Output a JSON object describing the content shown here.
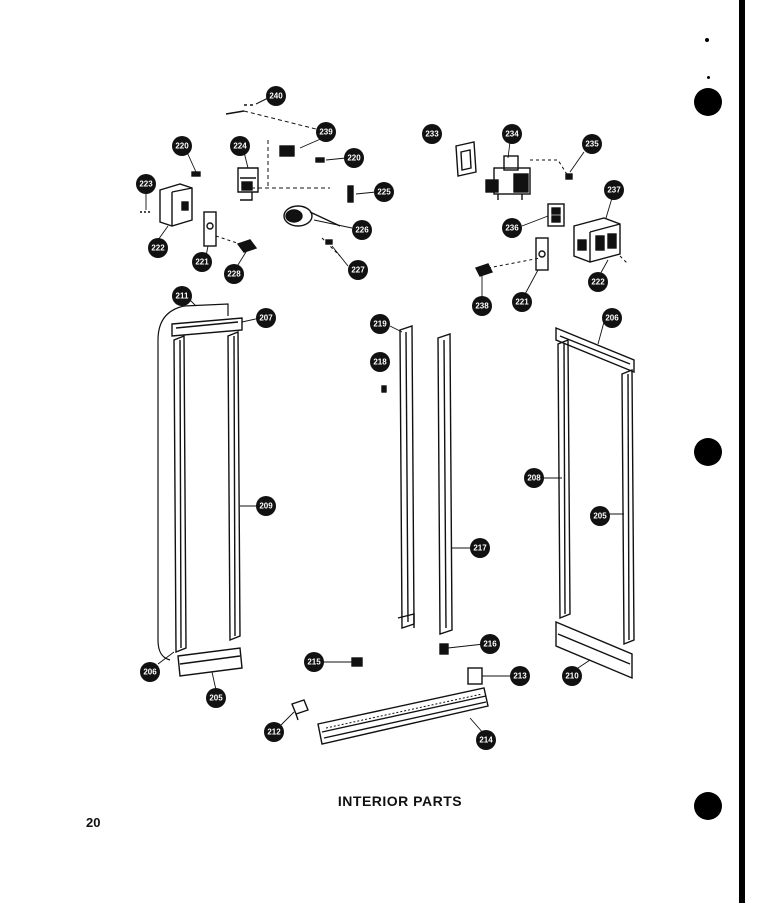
{
  "caption": "INTERIOR PARTS",
  "page_number": "20",
  "callouts": {
    "c240": "240",
    "c239": "239",
    "c220a": "220",
    "c224": "224",
    "c220b": "220",
    "c223a": "223",
    "c225": "225",
    "c222a": "222",
    "c221a": "221",
    "c226": "226",
    "c228a": "228",
    "c227": "227",
    "c233": "233",
    "c234": "234",
    "c235": "235",
    "c237": "237",
    "c236": "236",
    "c222b": "222",
    "c238": "238",
    "c221b": "221",
    "c211": "211",
    "c207": "207",
    "c219": "219",
    "c218": "218",
    "c209": "209",
    "c208": "208",
    "c205a": "205",
    "c206": "206",
    "c217": "217",
    "c216": "216",
    "c215": "215",
    "c213": "213",
    "c210": "210",
    "c212": "212",
    "c214": "214",
    "c205b": "205"
  }
}
